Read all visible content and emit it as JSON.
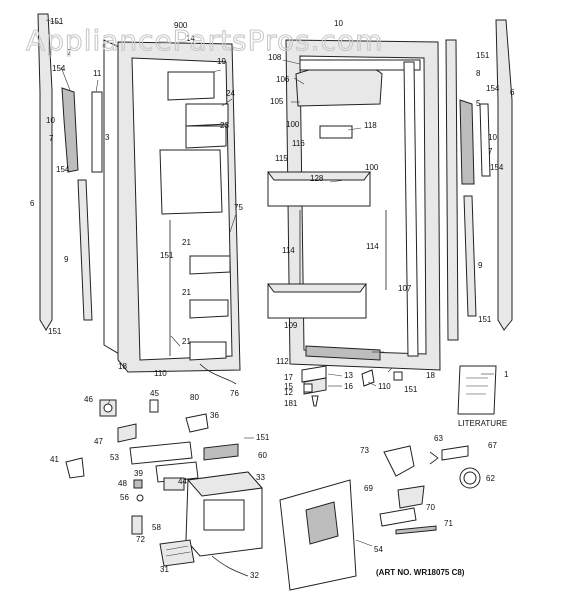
{
  "watermark": "AppliancePartsPros.com",
  "art_number": "(ART NO. WR18075 C8)",
  "literature_label": "LITERATURE",
  "callouts": {
    "c151a": "151",
    "c900": "900",
    "c14": "14",
    "c7a": "7",
    "c154a": "154",
    "c11": "11",
    "c19": "19",
    "c10a": "10",
    "c3": "3",
    "c7b": "7",
    "c154b": "154",
    "c24": "24",
    "c23": "23",
    "c6a": "6",
    "c9a": "9",
    "c75": "75",
    "c151b": "151",
    "c21a": "21",
    "c21b": "21",
    "c21c": "21",
    "c151c": "151",
    "c18a": "18",
    "c110a": "110",
    "c80": "80",
    "c76": "76",
    "c46": "46",
    "c45": "45",
    "c36": "36",
    "c47": "47",
    "c151d": "151",
    "c53": "53",
    "c60": "60",
    "c41": "41",
    "c39": "39",
    "c48": "48",
    "c44": "44",
    "c33": "33",
    "c56": "56",
    "c58": "58",
    "c72": "72",
    "c31": "31",
    "c32": "32",
    "c10b": "10",
    "c108": "108",
    "c106": "106",
    "c105": "105",
    "c100a": "100",
    "c116": "116",
    "c115": "115",
    "c118": "118",
    "c128": "128",
    "c100b": "100",
    "c114a": "114",
    "c114b": "114",
    "c107": "107",
    "c109": "109",
    "c112": "112",
    "c17": "17",
    "c13": "13",
    "c15": "15",
    "c16": "16",
    "c12": "12",
    "c181": "181",
    "c110b": "110",
    "c151e": "151",
    "c18b": "18",
    "c151f": "151",
    "c8": "8",
    "c154c": "154",
    "c5": "5",
    "c6b": "6",
    "c10c": "10",
    "c7c": "7",
    "c154d": "154",
    "c9b": "9",
    "c151g": "151",
    "c1": "1",
    "c73": "73",
    "c63": "63",
    "c67": "67",
    "c62": "62",
    "c69": "69",
    "c70": "70",
    "c71": "71",
    "c54": "54"
  }
}
